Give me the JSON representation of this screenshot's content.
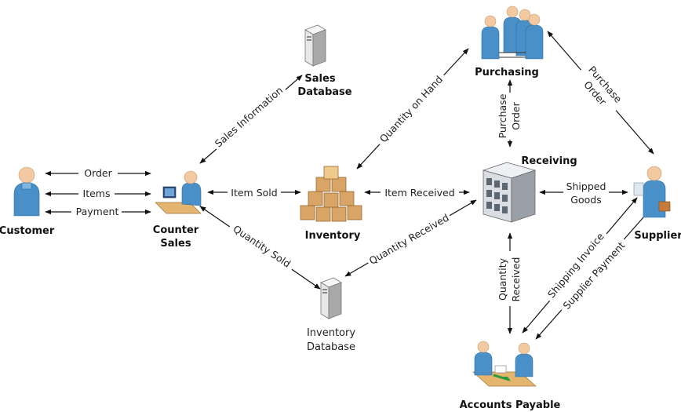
{
  "nodes": {
    "customer": "Customer",
    "counter_sales": [
      "Counter",
      "Sales"
    ],
    "sales_database": [
      "Sales",
      "Database"
    ],
    "inventory": "Inventory",
    "inventory_database": [
      "Inventory",
      "Database"
    ],
    "purchasing": "Purchasing",
    "receiving": "Receiving",
    "supplier": "Supplier",
    "accounts_payable": "Accounts Payable"
  },
  "flows": {
    "order": "Order",
    "items": "Items",
    "payment": "Payment",
    "item_sold": "Item Sold",
    "item_received": "Item Received",
    "shipped_goods": [
      "Shipped",
      "Goods"
    ],
    "sales_information": "Sales Information",
    "quantity_on_hand": "Quantity on Hand",
    "purchase_order_vertical": [
      "Purchase",
      "Order"
    ],
    "purchase_order_diagonal": [
      "Purchase",
      "Order"
    ],
    "quantity_sold": "Quantity Sold",
    "quantity_received_diagonal": "Quantity Received",
    "quantity_received_vertical": [
      "Quantity",
      "Received"
    ],
    "shipping_invoice": "Shipping Invoice",
    "supplier_payment": "Supplier Payment"
  },
  "icons": {
    "customer": "person-icon",
    "counter_sales": "clerk-desk-icon",
    "sales_database": "server-icon",
    "inventory": "boxes-icon",
    "inventory_database": "server-icon",
    "purchasing": "team-icon",
    "receiving": "building-icon",
    "supplier": "person-with-briefcase-icon",
    "accounts_payable": "desk-meeting-icon"
  },
  "colors": {
    "people": "#4a90c8",
    "boxes": "#d9a566",
    "text": "#111111"
  }
}
